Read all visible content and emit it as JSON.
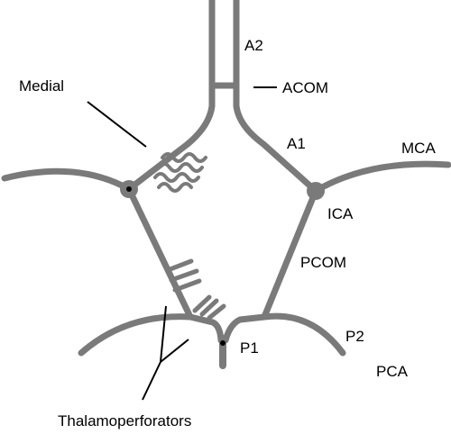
{
  "labels": {
    "a2": "A2",
    "acom": "ACOM",
    "medial": "Medial",
    "a1": "A1",
    "mca": "MCA",
    "ica": "ICA",
    "pcom": "PCOM",
    "p1": "P1",
    "p2": "P2",
    "pca": "PCA",
    "thalamoperforators": "Thalamoperforators"
  },
  "colors": {
    "vessel": "#7a7a7a",
    "text": "#000000",
    "background": "#ffffff",
    "dot": "#000000"
  }
}
